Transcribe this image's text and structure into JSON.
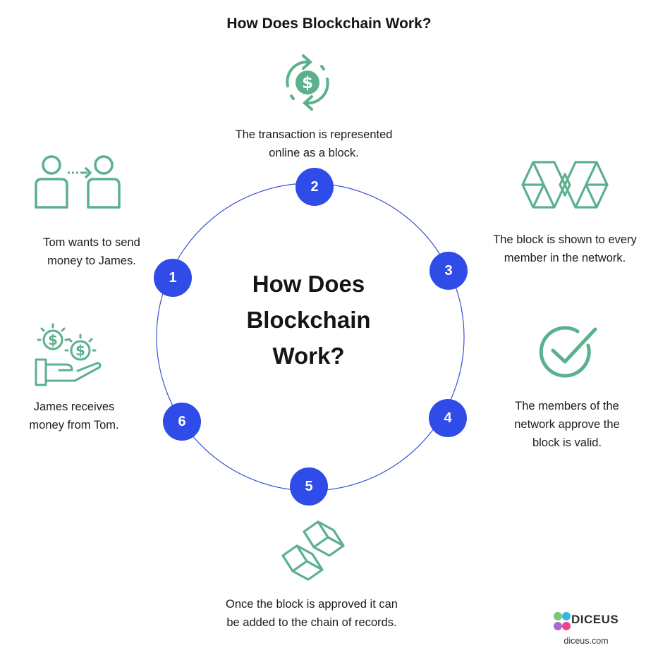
{
  "title": "How Does Blockchain Work?",
  "center_title_lines": [
    "How Does",
    "Blockchain",
    "Work?"
  ],
  "accent_color": "#2f4be8",
  "icon_color": "#5bb08e",
  "steps": [
    {
      "number": "1",
      "icon": "people-transfer-icon",
      "lines": [
        "Tom wants to send",
        "money to James."
      ]
    },
    {
      "number": "2",
      "icon": "dollar-cycle-icon",
      "lines": [
        "The transaction is represented",
        "online as a block."
      ]
    },
    {
      "number": "3",
      "icon": "blocks-network-icon",
      "lines": [
        "The block is shown to every",
        "member in the network."
      ]
    },
    {
      "number": "4",
      "icon": "checkmark-circle-icon",
      "lines": [
        "The members of the",
        "network approve the",
        "block is valid."
      ]
    },
    {
      "number": "5",
      "icon": "chained-blocks-icon",
      "lines": [
        "Once the block is approved it can",
        "be added to the chain of records."
      ]
    },
    {
      "number": "6",
      "icon": "hand-receiving-money-icon",
      "lines": [
        "James receives",
        "money from Tom."
      ]
    }
  ],
  "brand": {
    "name": "DICEUS",
    "url": "diceus.com"
  }
}
